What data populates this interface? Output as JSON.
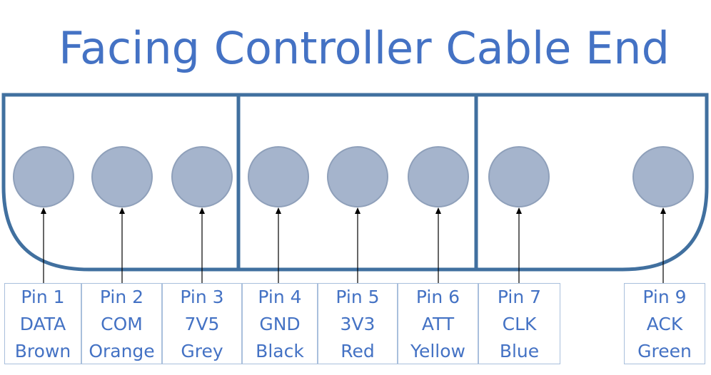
{
  "title": "Facing Controller Cable End",
  "colors": {
    "title": "#4472C4",
    "connector_outline": "#41709F",
    "pin_fill": "#A5B4CC",
    "pin_outline": "#8FA0BA",
    "label_text": "#4472C4",
    "label_border": "#A9BFDC"
  },
  "pins": [
    {
      "pin": "Pin 1",
      "signal": "DATA",
      "color": "Brown"
    },
    {
      "pin": "Pin 2",
      "signal": "COM",
      "color": "Orange"
    },
    {
      "pin": "Pin 3",
      "signal": "7V5",
      "color": "Grey"
    },
    {
      "pin": "Pin 4",
      "signal": "GND",
      "color": "Black"
    },
    {
      "pin": "Pin 5",
      "signal": "3V3",
      "color": "Red"
    },
    {
      "pin": "Pin 6",
      "signal": "ATT",
      "color": "Yellow"
    },
    {
      "pin": "Pin 7",
      "signal": "CLK",
      "color": "Blue"
    },
    {
      "pin": "Pin 9",
      "signal": "ACK",
      "color": "Green"
    }
  ]
}
